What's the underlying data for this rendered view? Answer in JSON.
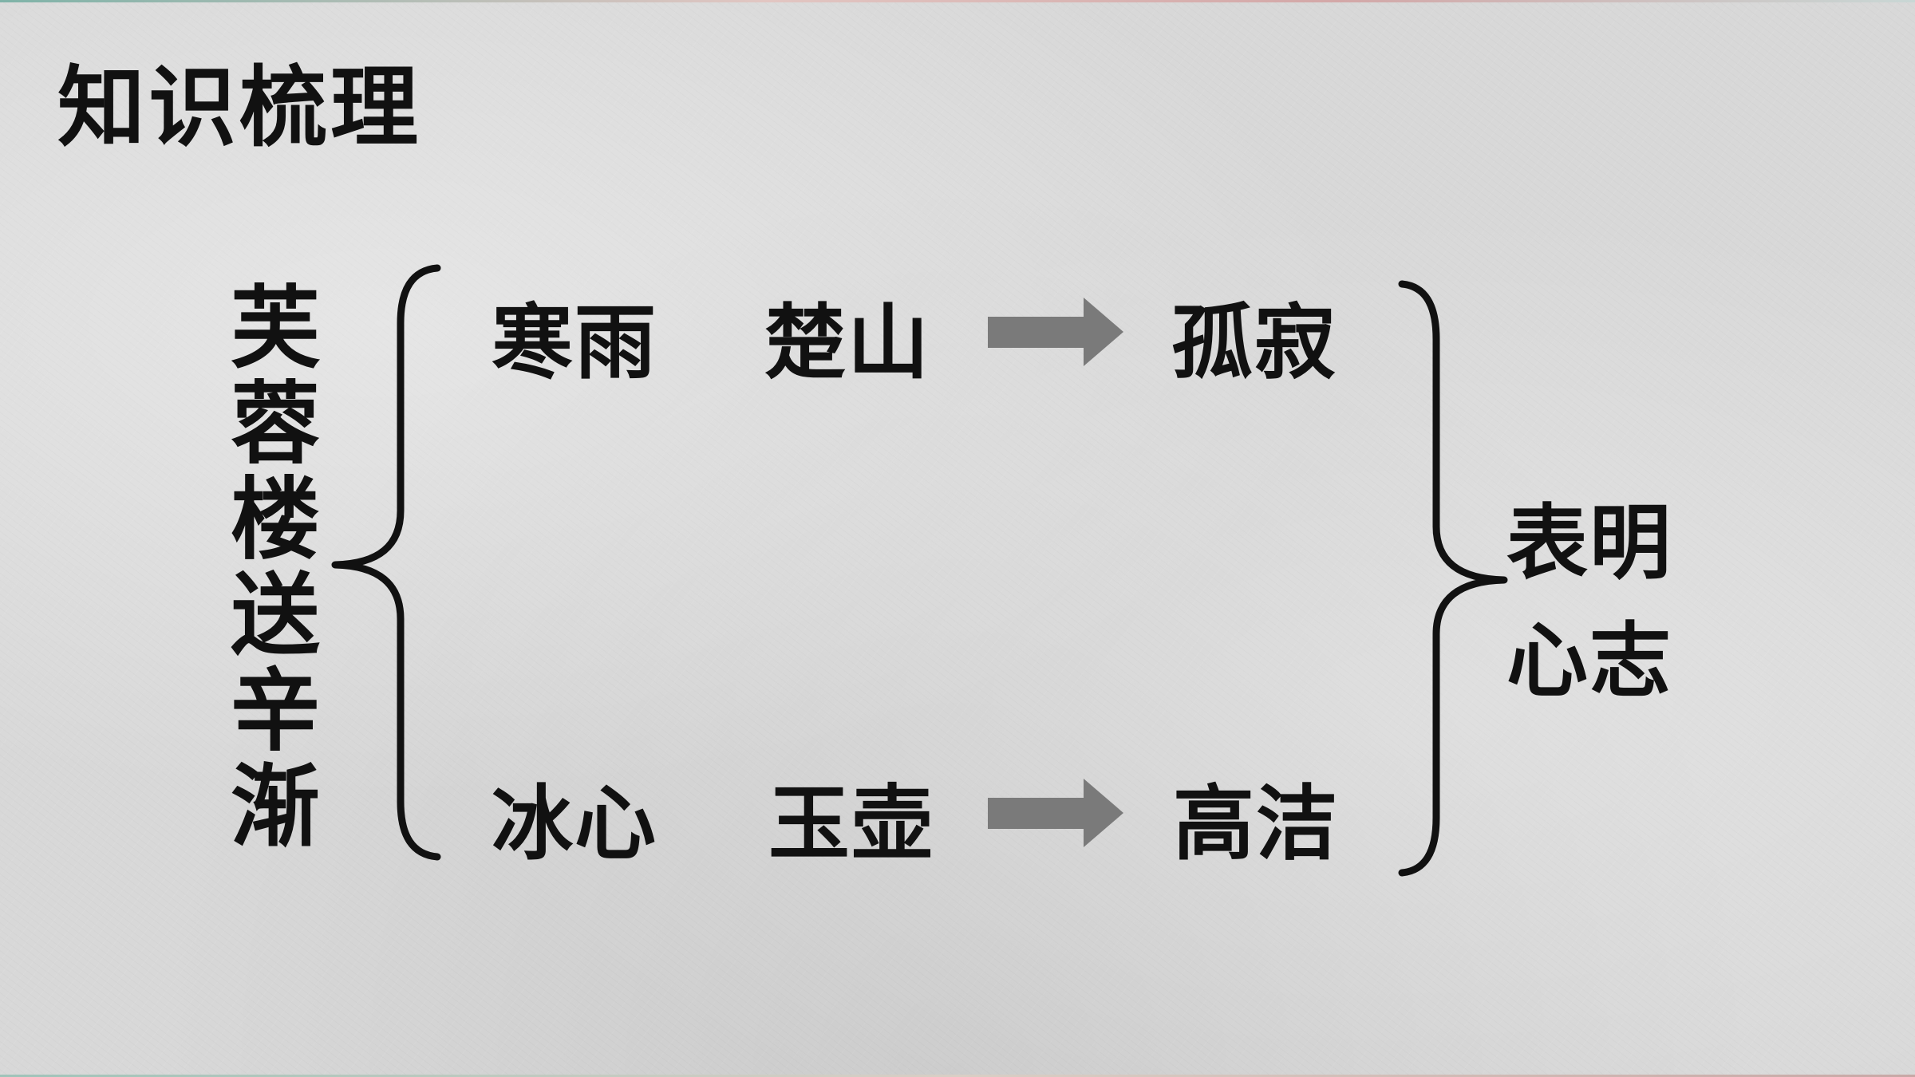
{
  "slide": {
    "title": "知识梳理"
  },
  "poem": {
    "title": "芙蓉楼送辛渐"
  },
  "rows": [
    {
      "image_1": "寒雨",
      "image_2": "楚山",
      "emotion": "孤寂"
    },
    {
      "image_1": "冰心",
      "image_2": "玉壶",
      "emotion": "高洁"
    }
  ],
  "conclusion": {
    "text": "表明心志"
  },
  "colors": {
    "text": "#111111",
    "arrow": "#7a7a7a",
    "background": "#d8d8d8"
  }
}
